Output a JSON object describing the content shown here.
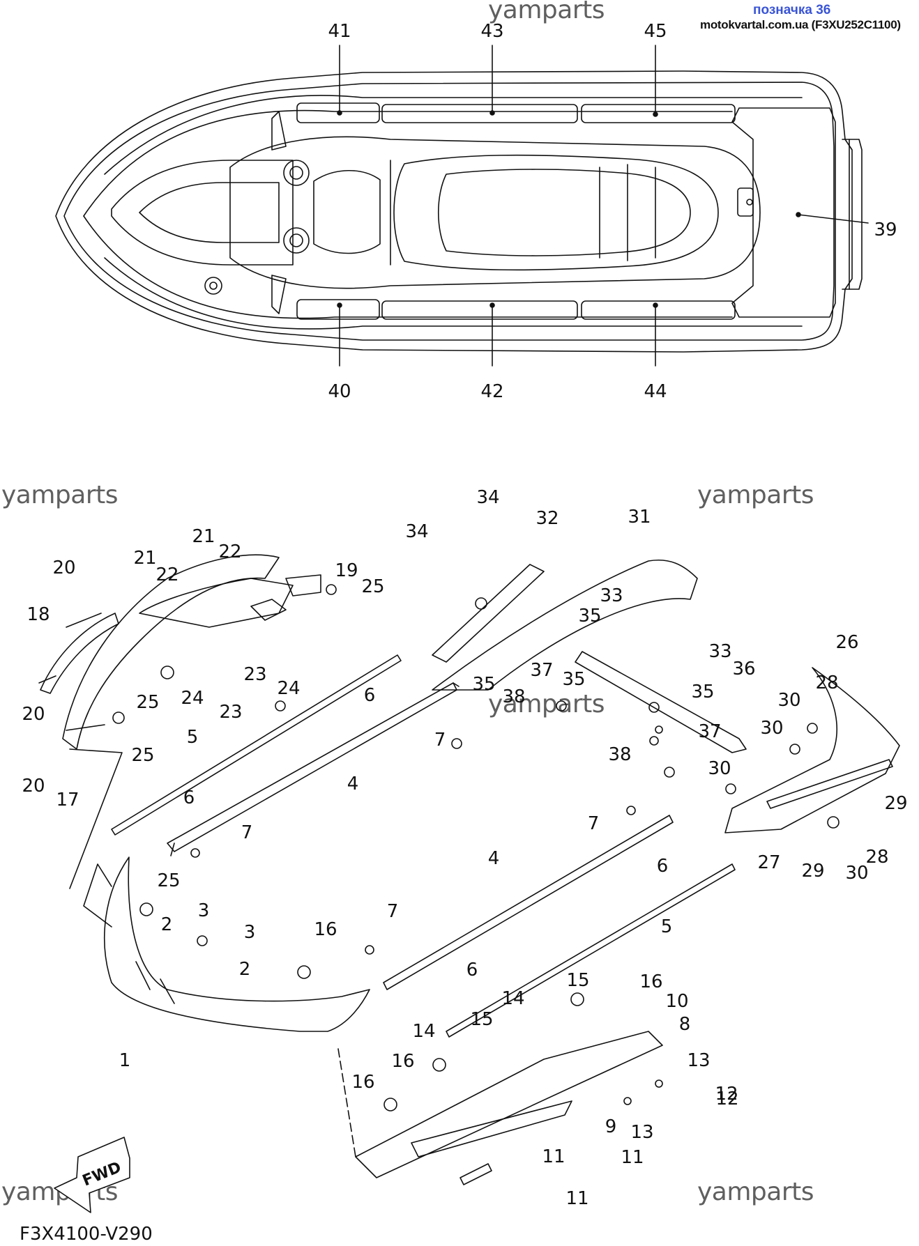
{
  "header": {
    "badge": "позначка 36",
    "source": "motokvartal.com.ua (F3XU252C1100)"
  },
  "watermark": "yamparts",
  "figure_code": "F3X4100-V290",
  "fwd_label": "FWD",
  "callouts": [
    "41",
    "43",
    "45",
    "39",
    "40",
    "42",
    "44",
    "34",
    "32",
    "31",
    "34",
    "21",
    "22",
    "21",
    "22",
    "19",
    "25",
    "20",
    "18",
    "20",
    "20",
    "17",
    "25",
    "24",
    "23",
    "24",
    "23",
    "25",
    "6",
    "7",
    "5",
    "4",
    "33",
    "35",
    "33",
    "35",
    "35",
    "35",
    "37",
    "38",
    "36",
    "26",
    "28",
    "30",
    "30",
    "37",
    "38",
    "30",
    "29",
    "29",
    "27",
    "30",
    "28",
    "6",
    "7",
    "7",
    "6",
    "4",
    "5",
    "25",
    "2",
    "3",
    "3",
    "2",
    "16",
    "1",
    "7",
    "6",
    "15",
    "16",
    "10",
    "14",
    "15",
    "14",
    "16",
    "8",
    "16",
    "13",
    "12",
    "13",
    "12",
    "9",
    "11",
    "11",
    "11"
  ],
  "colors": {
    "line": "#111111",
    "watermark": "#5f5f5f",
    "badge": "#3a55d6"
  }
}
